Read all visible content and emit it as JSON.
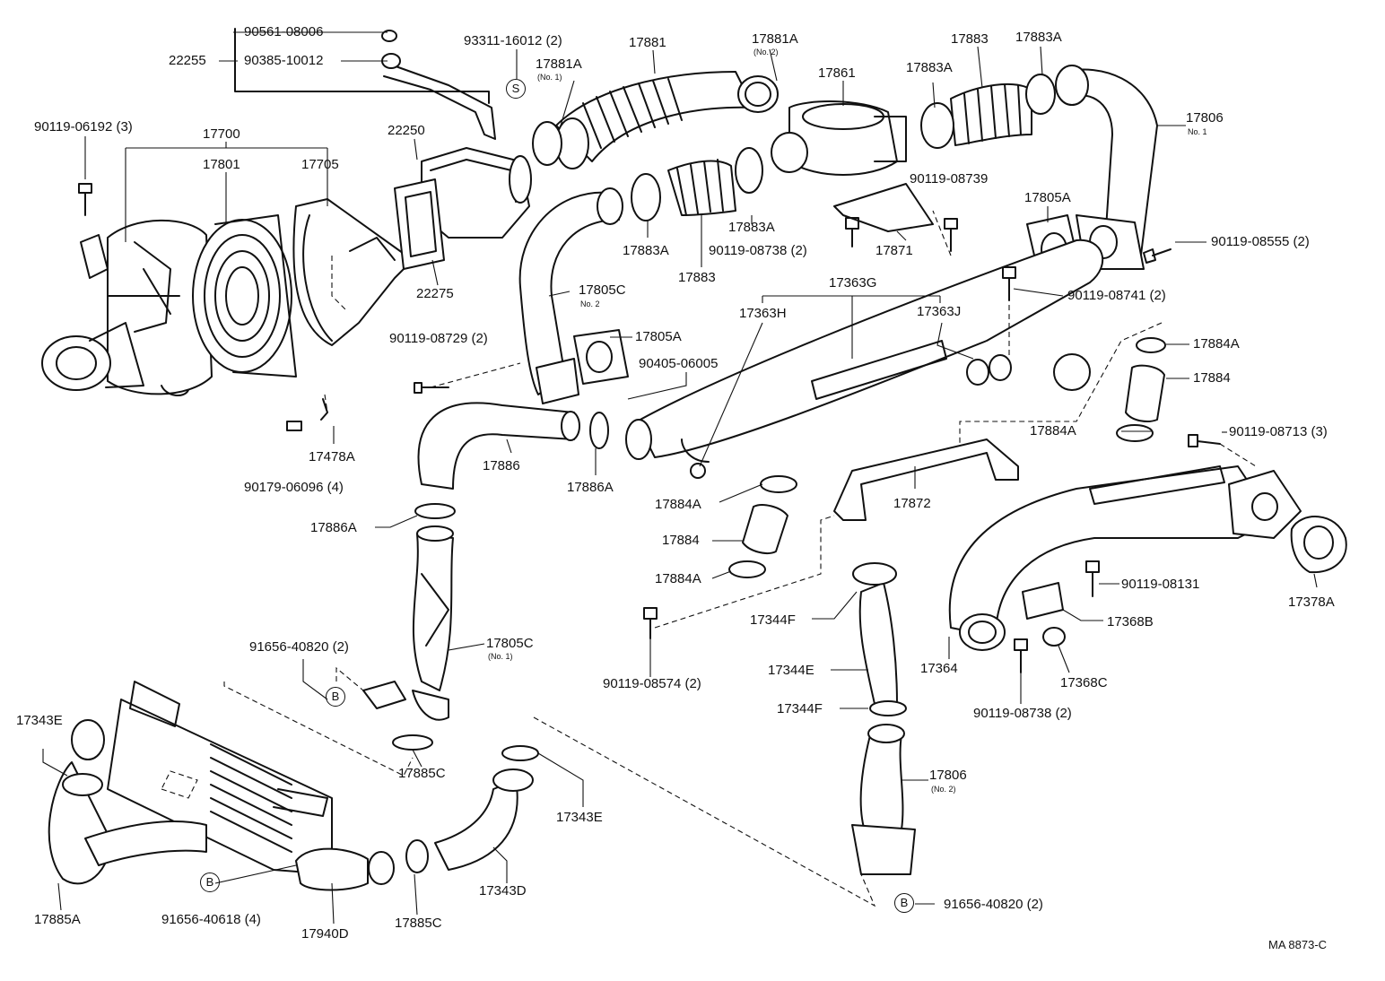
{
  "labels": {
    "p90561_08006": "90561-08006",
    "p22255": "22255",
    "p90385_10012": "90385-10012",
    "p93311_16012": "93311-16012 (2)",
    "p17881": "17881",
    "p17881a_top": "17881A",
    "p17881a_top_no": "(No. 2)",
    "p17881a_mid": "17881A",
    "p17881a_mid_no": "(No. 1)",
    "p17883_top": "17883",
    "p17883a_top": "17883A",
    "p17861": "17861",
    "p17883a_mid": "17883A",
    "p90119_06192": "90119-06192 (3)",
    "p17700": "17700",
    "p17801": "17801",
    "p17705": "17705",
    "p22250": "22250",
    "p17806_no1": "17806",
    "p17806_no1_no": "No. 1",
    "p90119_08739": "90119-08739",
    "p17805a_right": "17805A",
    "p17883a_low1": "17883A",
    "p17883a_low2": "17883A",
    "p17883_low": "17883",
    "p90119_08738_top": "90119-08738 (2)",
    "p17871": "17871",
    "p90119_08555": "90119-08555 (2)",
    "p22275": "22275",
    "p17805c_no2": "17805C",
    "p17805c_no2_no": "No. 2",
    "p17363g": "17363G",
    "p17363h": "17363H",
    "p17363j": "17363J",
    "p90119_08741": "90119-08741 (2)",
    "p17805a_mid": "17805A",
    "p90119_08729": "90119-08729 (2)",
    "p90405_06005": "90405-06005",
    "p17884a_r1": "17884A",
    "p17884_r": "17884",
    "p17884a_r2": "17884A",
    "p90119_08713": "90119-08713 (3)",
    "p17478a": "17478A",
    "p90179_06096": "90179-06096 (4)",
    "p17886": "17886",
    "p17886a_mid": "17886A",
    "p17884a_l1": "17884A",
    "p17872": "17872",
    "p17886a_left": "17886A",
    "p17884_l": "17884",
    "p17884a_l2": "17884A",
    "p90119_08131": "90119-08131",
    "p17378a": "17378A",
    "p17344f_top": "17344F",
    "p17368b": "17368B",
    "p91656_40820_left": "91656-40820 (2)",
    "p17805c_no1": "17805C",
    "p17805c_no1_no": "(No. 1)",
    "p17344e": "17344E",
    "p17364": "17364",
    "p90119_08574": "90119-08574 (2)",
    "p17368c": "17368C",
    "p17344f_low": "17344F",
    "p90119_08738_low": "90119-08738 (2)",
    "p17343e_left": "17343E",
    "p17885c_top": "17885C",
    "p17806_no2": "17806",
    "p17806_no2_no": "(No. 2)",
    "p17343e_right": "17343E",
    "p17343d": "17343D",
    "p17885a": "17885A",
    "p91656_40618": "91656-40618 (4)",
    "p17940d": "17940D",
    "p17885c_low": "17885C",
    "p91656_40820_right": "91656-40820 (2)",
    "ref_code": "MA  8873-C"
  },
  "callouts": {
    "s": "S",
    "b1": "B",
    "b2": "B",
    "b3": "B"
  }
}
